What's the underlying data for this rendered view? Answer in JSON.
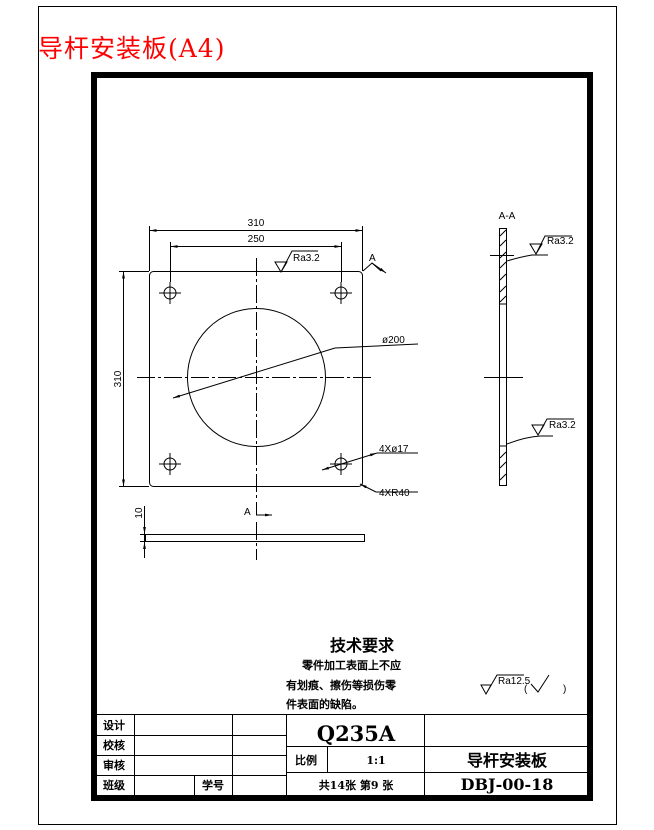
{
  "page": {
    "title": "导杆安装板(A4)",
    "title_color": "#ff0000",
    "line_color": "#000000"
  },
  "drawing": {
    "front_view": {
      "dim_overall_width": "310",
      "dim_hole_spacing": "250",
      "dim_overall_height": "310",
      "surface_finish_top": "Ra3.2",
      "section_marker_top": "A",
      "section_marker_bottom": "A",
      "bore_diameter": "ø200",
      "hole_callout": "4Xø17",
      "corner_radius_callout": "4XR40"
    },
    "side_view": {
      "dim_thickness": "10"
    },
    "section_view": {
      "label": "A-A",
      "surface_finish_upper": "Ra3.2",
      "surface_finish_lower": "Ra3.2"
    },
    "general_finish": {
      "value": "Ra12.5",
      "check_symbol": "(√ )"
    },
    "technical_requirements": {
      "heading": "技术要求",
      "lines": [
        "零件加工表面上不应",
        "有划痕、擦伤等损伤零",
        "件表面的缺陷。"
      ]
    }
  },
  "title_block": {
    "left_rows": [
      {
        "label": "设计",
        "value1": "",
        "value2": ""
      },
      {
        "label": "校核",
        "value1": "",
        "value2": ""
      },
      {
        "label": "审核",
        "value1": "",
        "value2": ""
      },
      {
        "label": "班级",
        "value1": "",
        "student_no_label": "学号",
        "value2": ""
      }
    ],
    "material": "Q235A",
    "scale_label": "比例",
    "scale_value": "1:1",
    "sheet_info": "共14张 第9 张",
    "part_name": "导杆安装板",
    "drawing_number": "DBJ-00-18"
  }
}
